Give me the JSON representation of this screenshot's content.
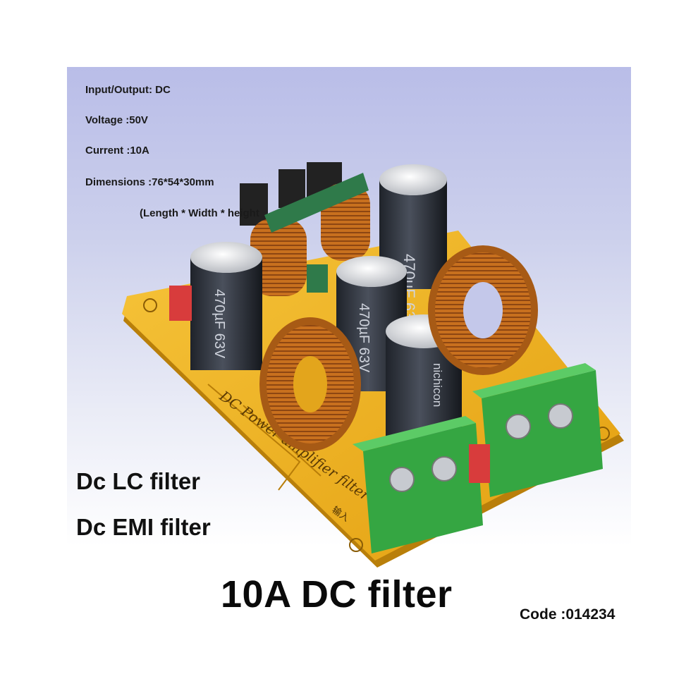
{
  "specs": {
    "io": "Input/Output: DC",
    "voltage": "Voltage :50V",
    "current": "Current :10A",
    "dimensions": "Dimensions :76*54*30mm",
    "dimensions_note": "(Length * Width * height"
  },
  "features": [
    "Dc LC filter",
    "Dc EMI filter"
  ],
  "title": "10A DC filter",
  "code": "Code :014234",
  "board": {
    "silkscreen": "DC Power amplifier filter",
    "capacitor_brand": "nichicon",
    "capacitor_rating": "470µF 63V",
    "input_label": "输入"
  },
  "colors": {
    "pcb": "#f0b21a",
    "copper": "#c8701e",
    "terminal": "#3fb54a",
    "capacitor": "#2a2e36",
    "background": "#c4c8ea"
  }
}
